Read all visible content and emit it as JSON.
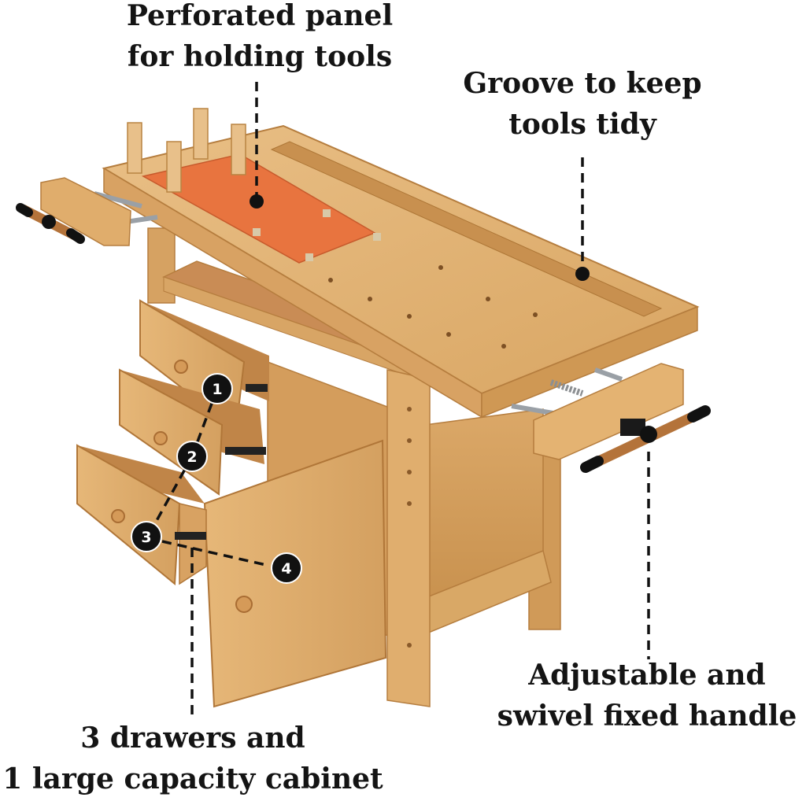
{
  "callouts": {
    "panel": [
      "Perforated panel",
      "for holding tools"
    ],
    "groove": [
      "Groove to keep",
      "tools tidy"
    ],
    "handle": [
      "Adjustable and",
      "swivel fixed handle"
    ],
    "drawers": [
      "3 drawers and",
      "1 large capacity cabinet"
    ]
  },
  "markers": [
    "1",
    "2",
    "3",
    "4"
  ],
  "colors": {
    "wood": "#e2b172",
    "wood_dark": "#c48a45",
    "panel": "#e8743f",
    "marker": "#111111",
    "text": "#141414"
  }
}
